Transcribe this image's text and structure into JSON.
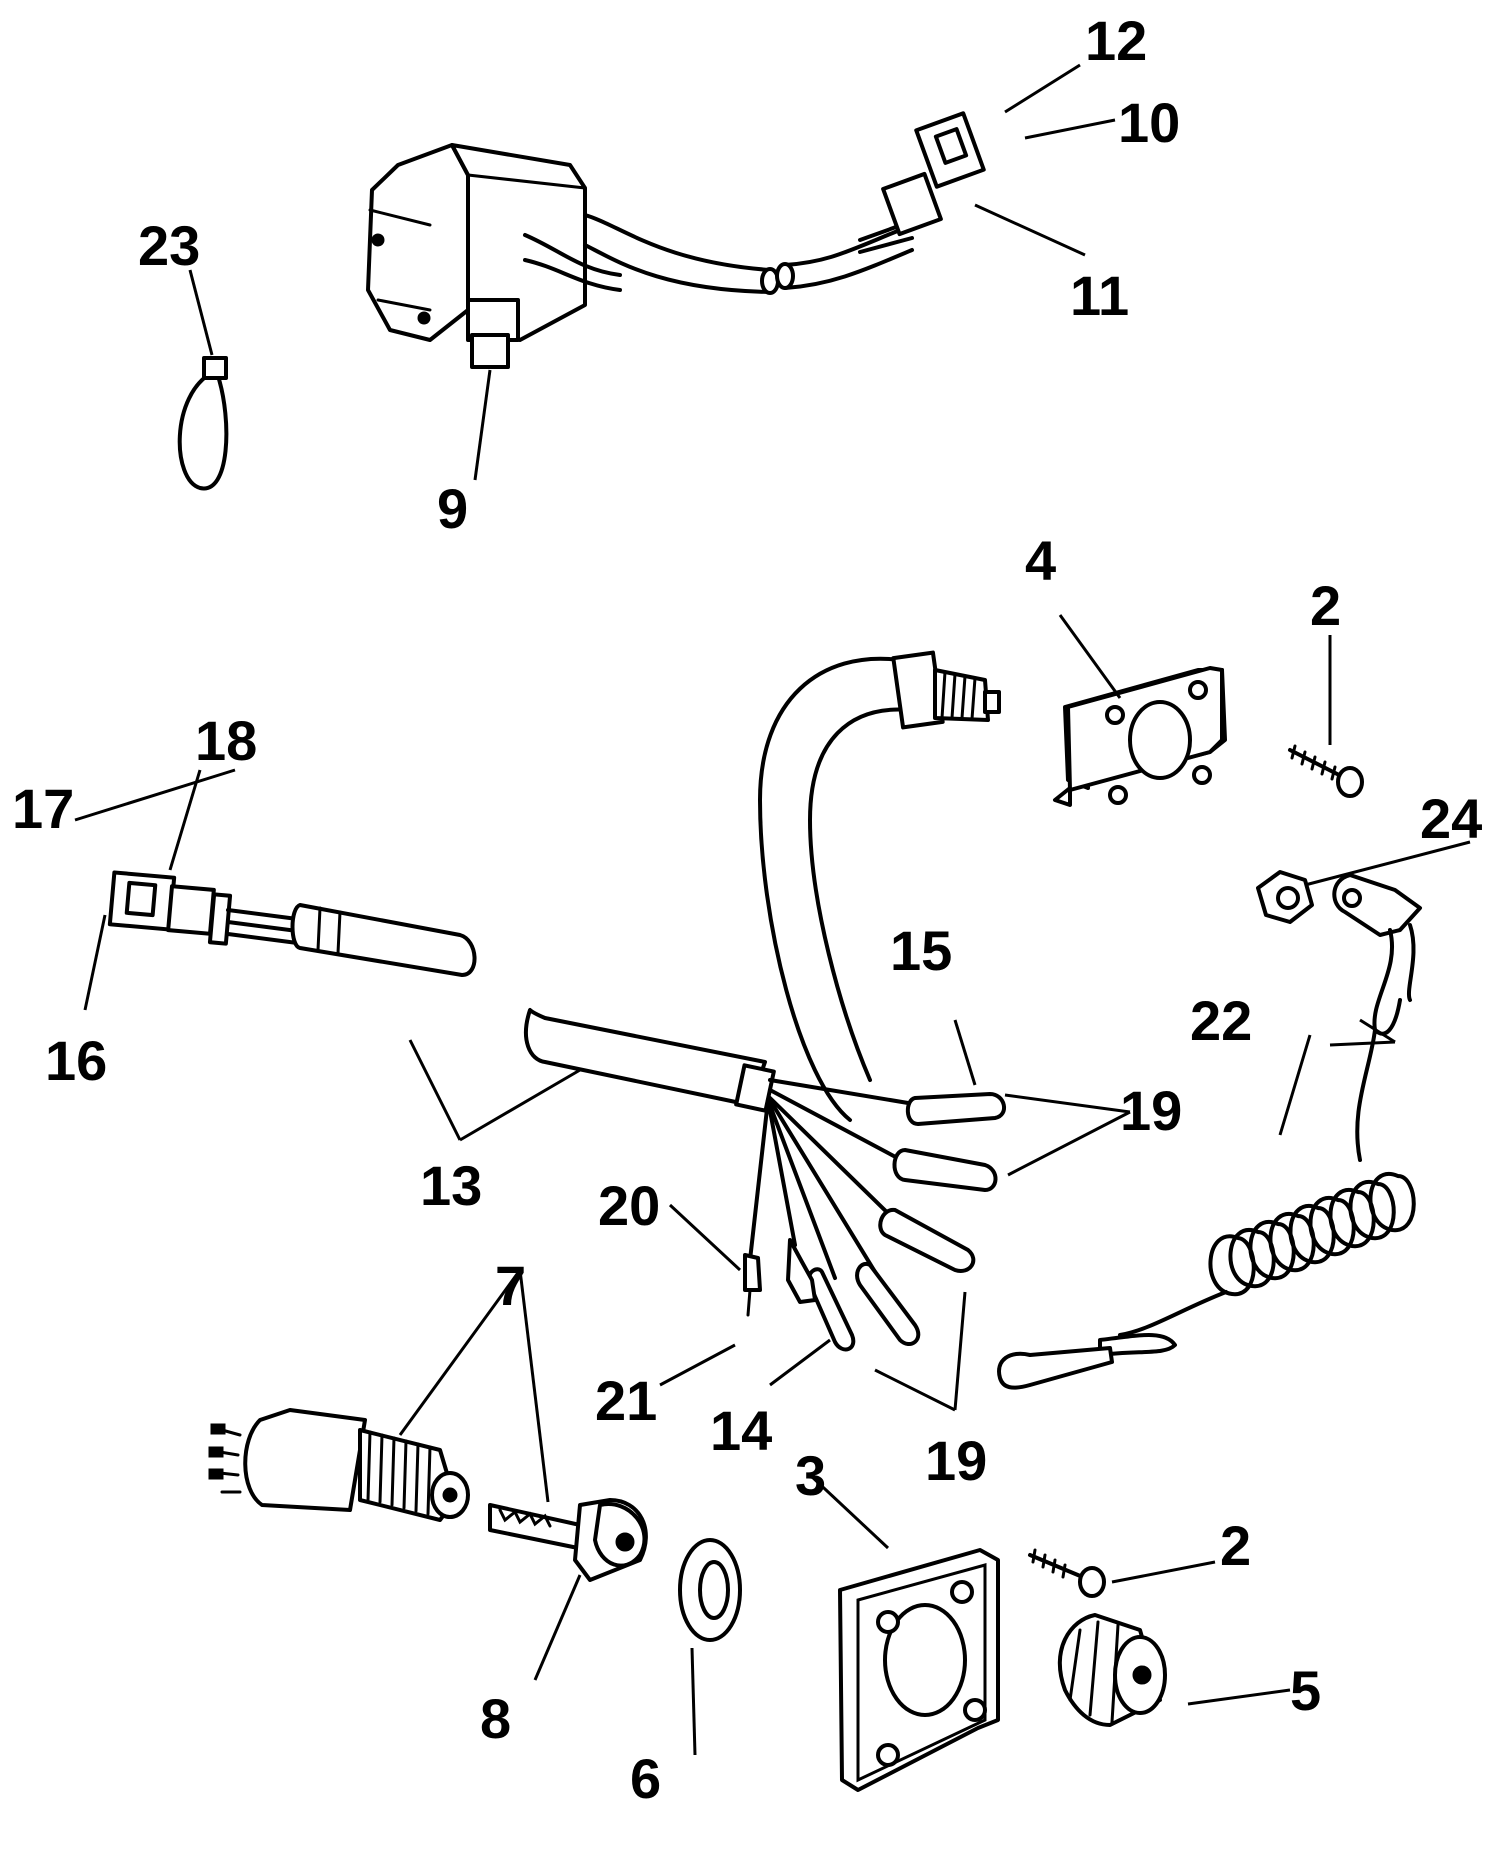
{
  "callouts": {
    "c2a": "2",
    "c2b": "2",
    "c3": "3",
    "c4": "4",
    "c5": "5",
    "c6": "6",
    "c7": "7",
    "c8": "8",
    "c9": "9",
    "c10": "10",
    "c11": "11",
    "c12": "12",
    "c13": "13",
    "c14": "14",
    "c15": "15",
    "c16": "16",
    "c17": "17",
    "c18": "18",
    "c19a": "19",
    "c19b": "19",
    "c20": "20",
    "c21": "21",
    "c22": "22",
    "c23": "23",
    "c24": "24"
  },
  "icons": {
    "module": "electrical-module-icon",
    "harness": "wiring-harness-icon",
    "ignition_switch": "ignition-switch-icon",
    "key": "key-icon",
    "plates": "mounting-plate-icon",
    "lanyard": "coiled-lanyard-icon",
    "clip": "wire-clip-icon"
  },
  "colors": {
    "line": "#000000",
    "background": "#ffffff"
  }
}
